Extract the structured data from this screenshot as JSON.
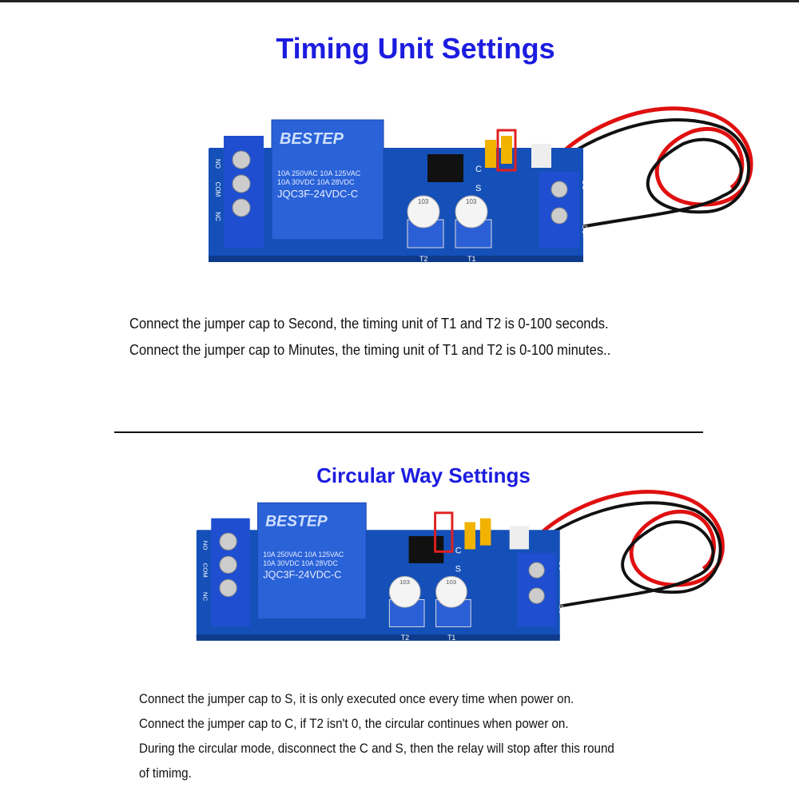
{
  "section1": {
    "title": "Timing Unit Settings",
    "lines": [
      "Connect the jumper cap to Second, the timing unit of T1 and T2 is 0-100 seconds.",
      "Connect the jumper cap to Minutes, the timing unit of T1 and T2 is 0-100 minutes.."
    ]
  },
  "section2": {
    "title": "Circular Way Settings",
    "lines": [
      "Connect the jumper cap to S, it is only executed once every time when power on.",
      "Connect the jumper cap to C, if T2 isn't 0, the circular continues when power on.",
      "During the circular mode, disconnect the C and S, then the relay will stop after this round",
      "of timimg."
    ]
  },
  "board": {
    "brand": "BESTEP",
    "rating1": "10A 250VAC  10A 125VAC",
    "rating2": "10A  30VDC  10A  28VDC",
    "model": "JQC3F-24VDC-C",
    "pot_code": "103",
    "labels": [
      "C",
      "S",
      "T1",
      "T2",
      "NO",
      "COM",
      "NC",
      "DC+",
      "DC-"
    ]
  },
  "colors": {
    "title": "#1c1ce0",
    "pcb": "#1550b8",
    "terminal": "#1f4fd0",
    "highlight": "#e02020",
    "jumper": "#f2b200",
    "wire_red": "#e01010",
    "wire_black": "#111111"
  }
}
